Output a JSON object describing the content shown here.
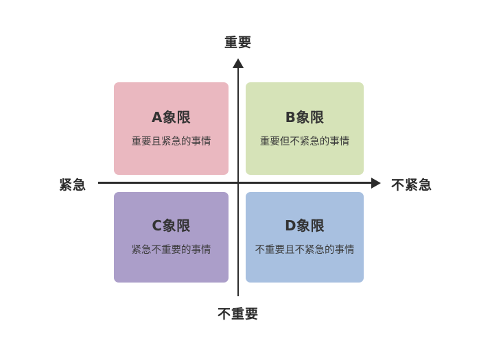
{
  "diagram": {
    "axes": {
      "top_label": "重要",
      "bottom_label": "不重要",
      "left_label": "紧急",
      "right_label": "不紧急",
      "axis_color": "#2b2b2b",
      "vertical_arrow_icon": "arrow-up-icon",
      "horizontal_arrow_icon": "arrow-right-icon"
    },
    "quadrants": [
      {
        "id": "A",
        "title": "A象限",
        "description": "重要且紧急的事情",
        "color": "#eab8c0",
        "position": "top-left"
      },
      {
        "id": "B",
        "title": "B象限",
        "description": "重要但不紧急的事情",
        "color": "#d6e3b8",
        "position": "top-right"
      },
      {
        "id": "C",
        "title": "C象限",
        "description": "紧急不重要的事情",
        "color": "#ab9ec9",
        "position": "bottom-left"
      },
      {
        "id": "D",
        "title": "D象限",
        "description": "不重要且不紧急的事情",
        "color": "#a8c0e0",
        "position": "bottom-right"
      }
    ]
  }
}
